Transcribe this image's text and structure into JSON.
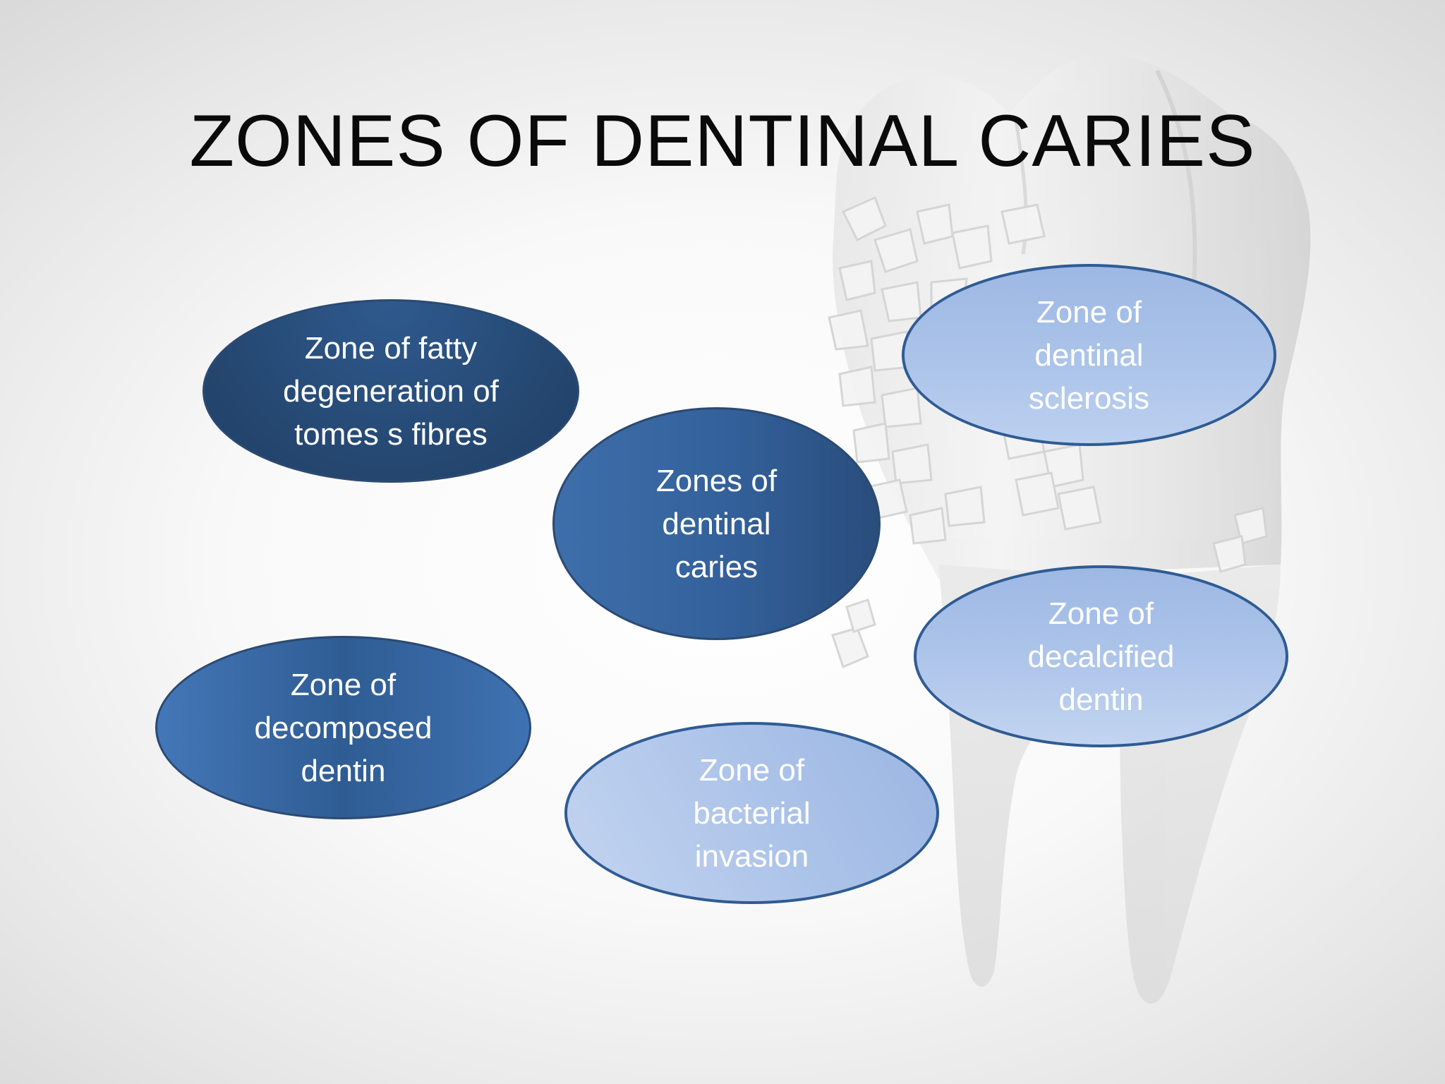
{
  "slide": {
    "title": "ZONES OF DENTINAL CARIES"
  },
  "zones": {
    "fatty": "Zone of fatty degeneration of tomes s fibres",
    "center": "Zones of dentinal caries",
    "decomposed": "Zone of decomposed dentin",
    "sclerosis": "Zone of dentinal sclerosis",
    "decalcified": "Zone of decalcified dentin",
    "bacterial": "Zone of bacterial invasion"
  },
  "colors": {
    "dark_fill": "#2f5a8e",
    "light_fill": "#aec5ea",
    "outline": "#2f5b93",
    "title_text": "#0a0a0a",
    "label_text": "#ffffff"
  },
  "icons": {
    "background": "broken-tooth-illustration"
  }
}
